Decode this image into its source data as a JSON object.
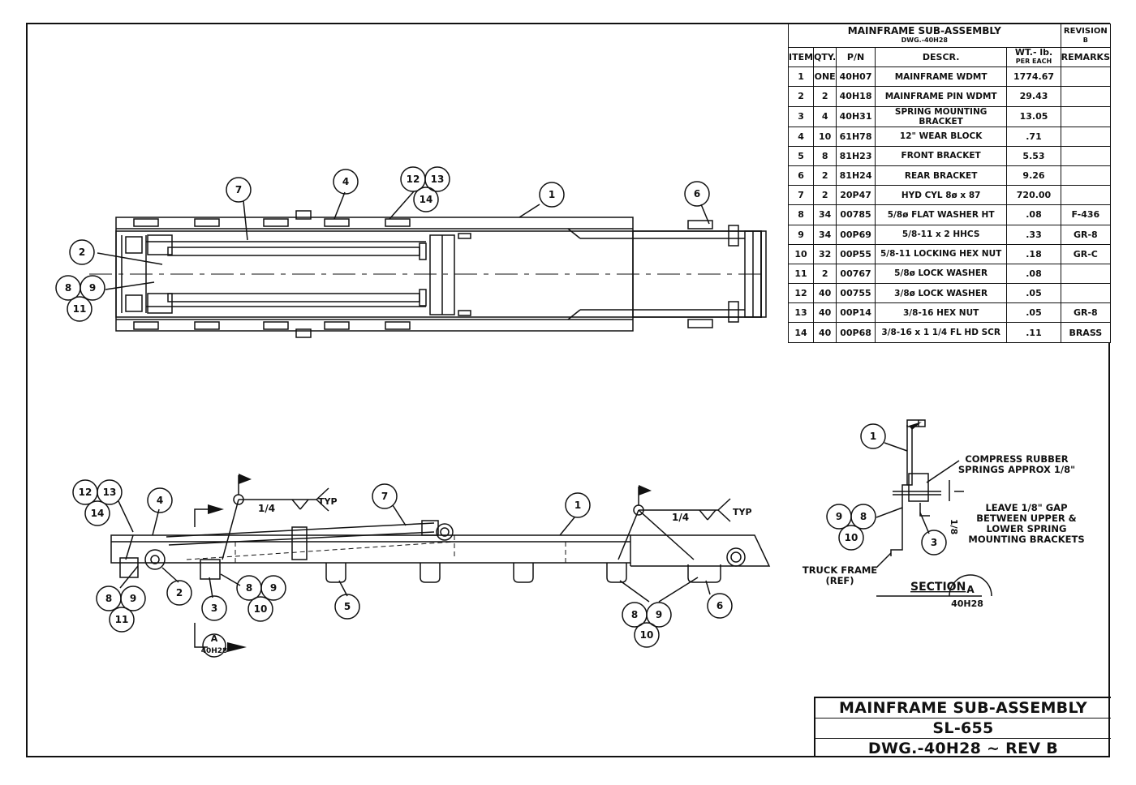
{
  "bom": {
    "title": "MAINFRAME SUB-ASSEMBLY",
    "subtitle": "DWG.-40H28",
    "revision_label": "REVISION",
    "revision_value": "B",
    "headers": {
      "item": "ITEM",
      "qty": "QTY.",
      "pn": "P/N",
      "descr": "DESCR.",
      "wt": "WT.- lb.",
      "wt_sub": "PER EACH",
      "remarks": "REMARKS"
    },
    "rows": [
      {
        "item": "1",
        "qty": "ONE",
        "pn": "40H07",
        "descr": "MAINFRAME WDMT",
        "wt": "1774.67",
        "remarks": ""
      },
      {
        "item": "2",
        "qty": "2",
        "pn": "40H18",
        "descr": "MAINFRAME PIN WDMT",
        "wt": "29.43",
        "remarks": ""
      },
      {
        "item": "3",
        "qty": "4",
        "pn": "40H31",
        "descr": "SPRING MOUNTING BRACKET",
        "wt": "13.05",
        "remarks": ""
      },
      {
        "item": "4",
        "qty": "10",
        "pn": "61H78",
        "descr": "12\" WEAR BLOCK",
        "wt": ".71",
        "remarks": ""
      },
      {
        "item": "5",
        "qty": "8",
        "pn": "81H23",
        "descr": "FRONT BRACKET",
        "wt": "5.53",
        "remarks": ""
      },
      {
        "item": "6",
        "qty": "2",
        "pn": "81H24",
        "descr": "REAR BRACKET",
        "wt": "9.26",
        "remarks": ""
      },
      {
        "item": "7",
        "qty": "2",
        "pn": "20P47",
        "descr": "HYD CYL 8ø x 87",
        "wt": "720.00",
        "remarks": ""
      },
      {
        "item": "8",
        "qty": "34",
        "pn": "00785",
        "descr": "5/8ø FLAT WASHER HT",
        "wt": ".08",
        "remarks": "F-436"
      },
      {
        "item": "9",
        "qty": "34",
        "pn": "00P69",
        "descr": "5/8-11 x 2 HHCS",
        "wt": ".33",
        "remarks": "GR-8"
      },
      {
        "item": "10",
        "qty": "32",
        "pn": "00P55",
        "descr": "5/8-11 LOCKING HEX NUT",
        "wt": ".18",
        "remarks": "GR-C"
      },
      {
        "item": "11",
        "qty": "2",
        "pn": "00767",
        "descr": "5/8ø LOCK WASHER",
        "wt": ".08",
        "remarks": ""
      },
      {
        "item": "12",
        "qty": "40",
        "pn": "00755",
        "descr": "3/8ø LOCK WASHER",
        "wt": ".05",
        "remarks": ""
      },
      {
        "item": "13",
        "qty": "40",
        "pn": "00P14",
        "descr": "3/8-16 HEX NUT",
        "wt": ".05",
        "remarks": "GR-8"
      },
      {
        "item": "14",
        "qty": "40",
        "pn": "00P68",
        "descr": "3/8-16 x 1 1/4 FL HD SCR",
        "wt": ".11",
        "remarks": "BRASS"
      }
    ]
  },
  "title_block": {
    "line1": "MAINFRAME SUB-ASSEMBLY",
    "line2": "SL-655",
    "line3": "DWG.-40H28 ~ REV B"
  },
  "balloons": {
    "b1": "1",
    "b2": "2",
    "b3": "3",
    "b4": "4",
    "b5": "5",
    "b6": "6",
    "b7": "7",
    "b8": "8",
    "b9": "9",
    "b10": "10",
    "b11": "11",
    "b12": "12",
    "b13": "13",
    "b14": "14"
  },
  "weld": {
    "size": "1/4",
    "typ": "TYP"
  },
  "section": {
    "letter": "A",
    "label": "SECTION",
    "ref": "40H28",
    "note1_line1": "COMPRESS RUBBER",
    "note1_line2": "SPRINGS APPROX 1/8\"",
    "note2_line1": "LEAVE 1/8\" GAP",
    "note2_line2": "BETWEEN UPPER &",
    "note2_line3": "LOWER SPRING",
    "note2_line4": "MOUNTING BRACKETS",
    "dim": "1/8",
    "truck_line1": "TRUCK FRAME",
    "truck_line2": "(REF)"
  }
}
